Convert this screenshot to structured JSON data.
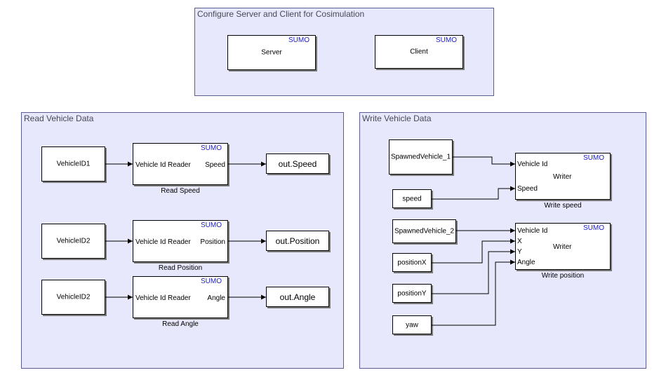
{
  "areas": {
    "configure": {
      "title": "Configure Server and Client for Cosimulation"
    },
    "read": {
      "title": "Read Vehicle Data"
    },
    "write": {
      "title": "Write Vehicle Data"
    }
  },
  "badge": "SUMO",
  "config_blocks": {
    "server": {
      "label": "Server"
    },
    "client": {
      "label": "Client"
    }
  },
  "read_rows": [
    {
      "source": "VehicleID1",
      "input_port": "Vehicle Id",
      "block_label": "Reader",
      "output_port": "Speed",
      "title": "Read Speed",
      "sink": "out.Speed"
    },
    {
      "source": "VehicleID2",
      "input_port": "Vehicle Id",
      "block_label": "Reader",
      "output_port": "Position",
      "title": "Read Position",
      "sink": "out.Position"
    },
    {
      "source": "VehicleID2",
      "input_port": "Vehicle Id",
      "block_label": "Reader",
      "output_port": "Angle",
      "title": "Read Angle",
      "sink": "out.Angle"
    }
  ],
  "write_sources": {
    "spawned1": "SpawnedVehicle_1",
    "speed": "speed",
    "spawned2": "SpawnedVehicle_2",
    "positionX": "positionX",
    "positionY": "positionY",
    "yaw": "yaw"
  },
  "write_speed": {
    "label": "Writer",
    "title": "Write speed",
    "ports": [
      "Vehicle Id",
      "Speed"
    ]
  },
  "write_position": {
    "label": "Writer",
    "title": "Write position",
    "ports": [
      "Vehicle Id",
      "X",
      "Y",
      "Angle"
    ]
  }
}
